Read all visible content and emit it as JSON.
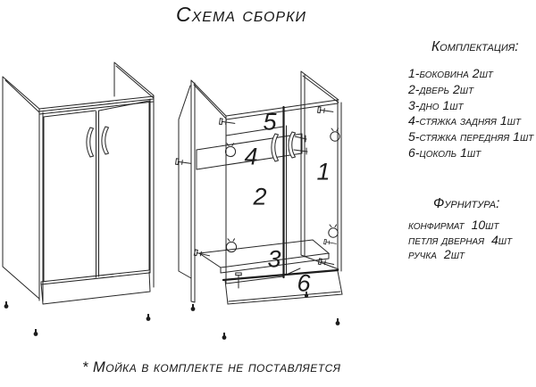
{
  "title": "Схема сборки",
  "parts_list": {
    "heading": "Комплектация:",
    "items": [
      {
        "label": "1-боковина",
        "qty": "2шт"
      },
      {
        "label": "2-дверь",
        "qty": "2шт"
      },
      {
        "label": "3-дно",
        "qty": "1шт"
      },
      {
        "label": "4-стяжка задняя",
        "qty": "1шт"
      },
      {
        "label": "5-стяжка передняя",
        "qty": "1шт"
      },
      {
        "label": "6-цоколь",
        "qty": "1шт"
      }
    ]
  },
  "hardware": {
    "heading": "Фурнитура:",
    "items": [
      {
        "label": "конфирмат",
        "qty": "10шт"
      },
      {
        "label": "петля дверная",
        "qty": "4шт"
      },
      {
        "label": "ручка",
        "qty": "2шт"
      }
    ]
  },
  "exploded_view": {
    "part_numbers": [
      "1",
      "2",
      "3",
      "4",
      "5",
      "6"
    ]
  },
  "footnote": "* Мойка в комплекте не поставляется",
  "colors": {
    "line": "#262626",
    "text": "#161616",
    "background": "#ffffff"
  }
}
